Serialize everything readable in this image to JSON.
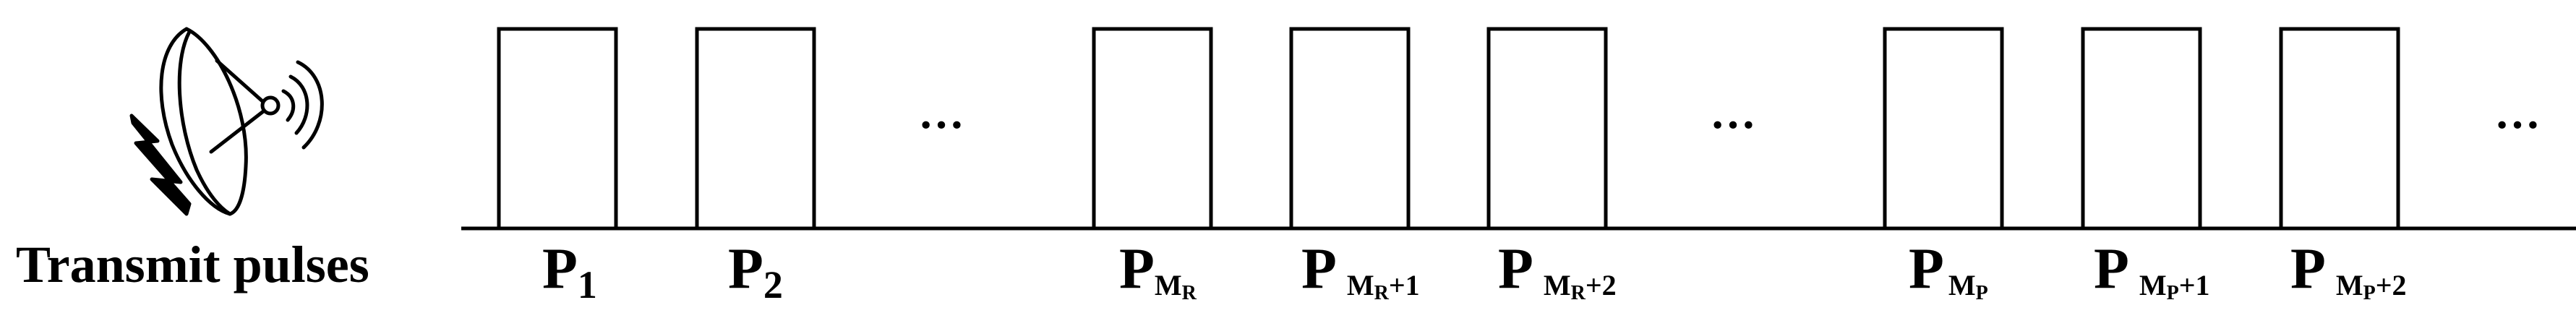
{
  "title": "Transmit pulses",
  "colors": {
    "line": "#000000",
    "background": "#ffffff"
  },
  "icon": "satellite-dish-icon",
  "ellipsis": "···",
  "pulses": [
    {
      "base": "P",
      "sub": "1",
      "ssub": "",
      "tail": ""
    },
    {
      "base": "P",
      "sub": "2",
      "ssub": "",
      "tail": ""
    },
    {
      "base": "P",
      "sub": "M",
      "ssub": "R",
      "tail": ""
    },
    {
      "base": "P",
      "sub": "M",
      "ssub": "R",
      "tail": "+1"
    },
    {
      "base": "P",
      "sub": "M",
      "ssub": "R",
      "tail": "+2"
    },
    {
      "base": "P",
      "sub": "M",
      "ssub": "P",
      "tail": ""
    },
    {
      "base": "P",
      "sub": "M",
      "ssub": "P",
      "tail": "+1"
    },
    {
      "base": "P",
      "sub": "M",
      "ssub": "P",
      "tail": "+2"
    }
  ]
}
